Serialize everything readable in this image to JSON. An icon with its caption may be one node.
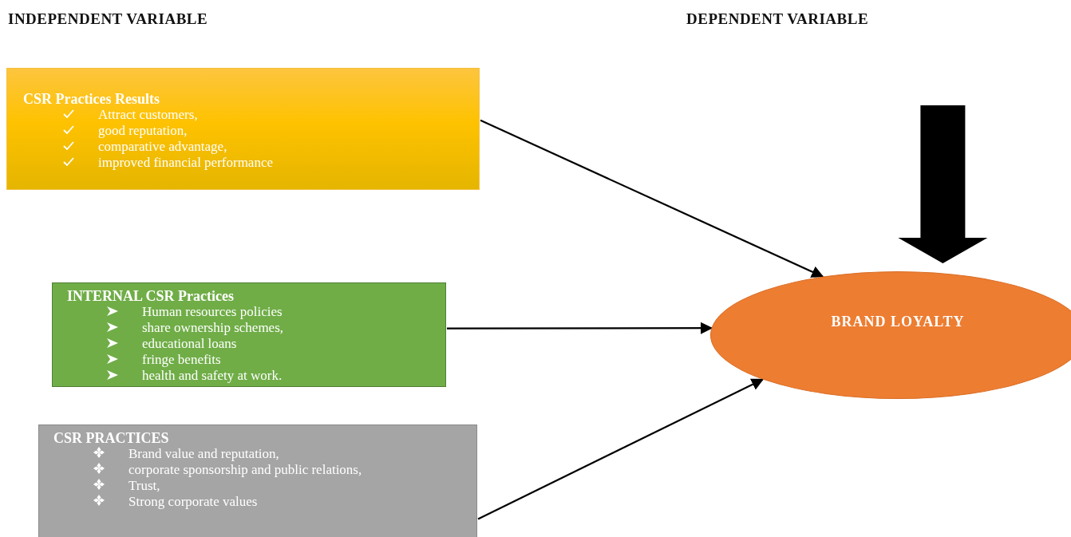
{
  "diagram": {
    "nodes": [
      {
        "text": [
          "CSR Practices Results",
          "Attract customers,",
          "good reputation,",
          "comparative advantage,",
          "improved financial performance"
        ]
      },
      {
        "text": [
          "INTERNAL CSR Practices",
          "Human resources policies",
          "share ownership schemes,",
          "educational loans",
          "fringe benefits",
          "health and safety at work."
        ]
      },
      {
        "text": [
          "CSR PRACTICES",
          "Brand value and reputation,",
          "corporate sponsorship and public relations,",
          "Trust,",
          "Strong corporate values"
        ]
      },
      {
        "text": [
          "BRAND LOYALTY"
        ]
      }
    ],
    "edges": [
      {
        "from": 0,
        "to": 3,
        "arrow": "to"
      },
      {
        "from": 1,
        "to": 3,
        "arrow": "to"
      },
      {
        "from": 2,
        "to": 3,
        "arrow": "to"
      },
      {
        "from": null,
        "to": 3,
        "arrow": "to",
        "style": "thick"
      }
    ],
    "labels": [
      "INDEPENDENT VARIABLE",
      "DEPENDENT VARIABLE"
    ]
  }
}
